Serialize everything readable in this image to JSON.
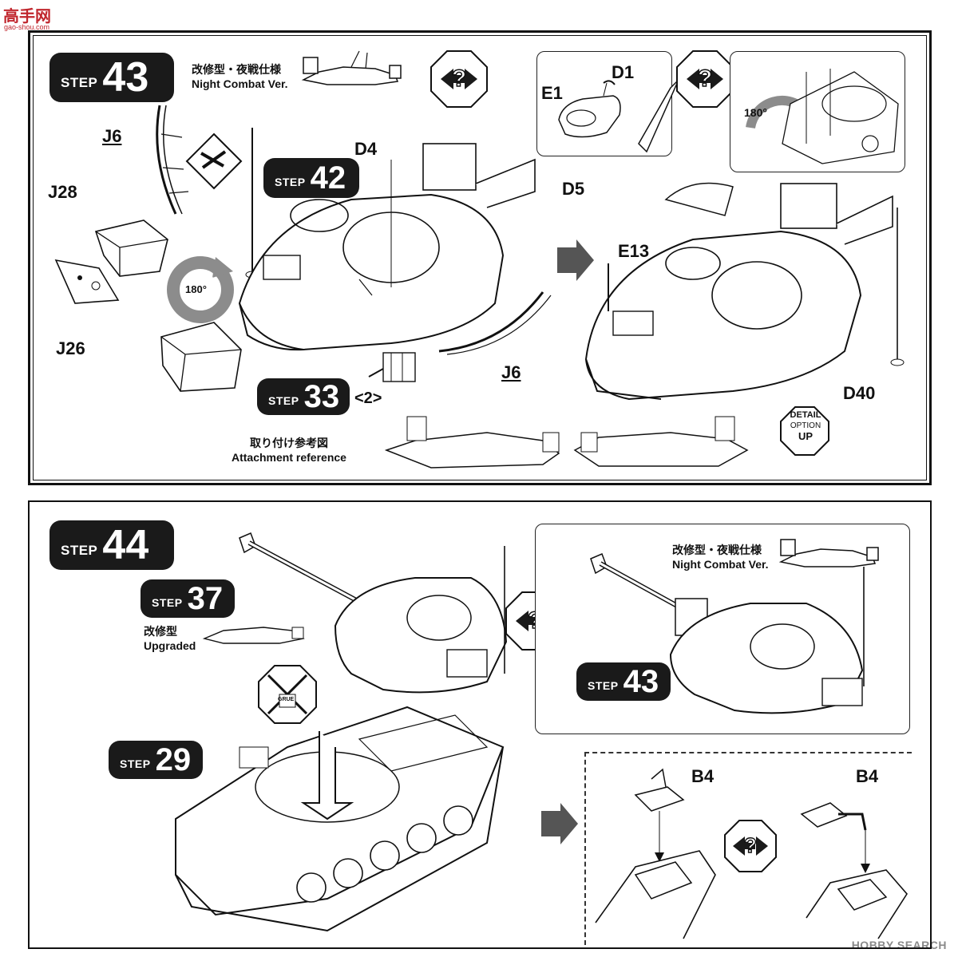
{
  "watermark": {
    "site_name": "高手网",
    "site_url": "gao-shou.com",
    "source": "HOBBY SEARCH"
  },
  "top_panel": {
    "step_main": {
      "label": "STEP",
      "number": "43"
    },
    "step_ref_42": {
      "label": "STEP",
      "number": "42"
    },
    "step_ref_33": {
      "label": "STEP",
      "number": "33",
      "qty": "<2>"
    },
    "night_combat": {
      "jp": "改修型・夜戦仕様",
      "en": "Night Combat Ver."
    },
    "attachment": {
      "jp": "取り付け参考図",
      "en": "Attachment reference"
    },
    "parts": [
      "J6",
      "J28",
      "J26",
      "D4",
      "D5",
      "J6",
      "E1",
      "D1",
      "E13",
      "D40"
    ],
    "rotate": "180°",
    "rotate_callout": "180°",
    "detail_badge": {
      "top": "DETAIL",
      "mid": "OPTION",
      "bot": "UP"
    }
  },
  "bottom_panel": {
    "step_main": {
      "label": "STEP",
      "number": "44"
    },
    "step_ref_37": {
      "label": "STEP",
      "number": "37"
    },
    "step_ref_29": {
      "label": "STEP",
      "number": "29"
    },
    "step_ref_43": {
      "label": "STEP",
      "number": "43"
    },
    "upgraded": {
      "jp": "改修型",
      "en": "Upgraded"
    },
    "night_combat": {
      "jp": "改修型・夜戦仕様",
      "en": "Night Combat Ver."
    },
    "glue_mark": "GRUE",
    "parts": [
      "B4",
      "B4"
    ]
  },
  "colors": {
    "ink": "#111111",
    "badge_bg": "#1a1a1a",
    "arrow_gray": "#555555",
    "rotate_gray": "#8c8c8c"
  }
}
